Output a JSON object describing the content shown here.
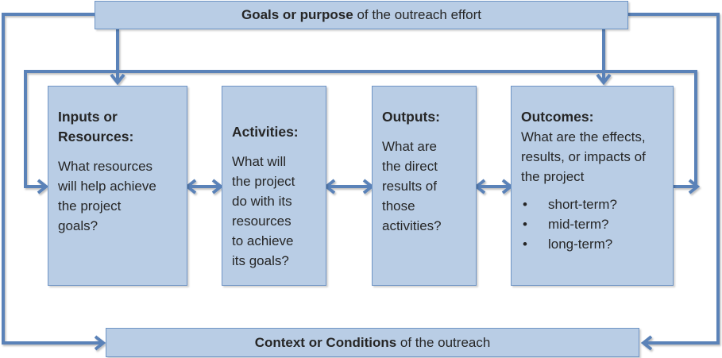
{
  "diagram": {
    "goals_banner": {
      "bold": "Goals or purpose",
      "rest": " of the outreach effort"
    },
    "context_banner": {
      "bold": "Context or Conditions",
      "rest": " of the outreach"
    },
    "stages": [
      {
        "id": "inputs",
        "title_line1": "Inputs or",
        "title_line2": "Resources:",
        "body_lines": [
          "What resources",
          "will help achieve",
          "the project",
          "goals?"
        ]
      },
      {
        "id": "activities",
        "title": "Activities:",
        "body_lines": [
          "What will",
          "the project",
          "do with its",
          "resources",
          "to achieve",
          "its goals?"
        ]
      },
      {
        "id": "outputs",
        "title": "Outputs:",
        "body_lines": [
          "What are",
          "the direct",
          "results of",
          "those",
          "activities?"
        ]
      },
      {
        "id": "outcomes",
        "title": "Outcomes:",
        "body_lines": [
          "What are the effects,",
          "results, or impacts of",
          "the project"
        ],
        "bullets": [
          "short-term?",
          "mid-term?",
          "long-term?"
        ]
      }
    ],
    "colors": {
      "box_fill": "#b9cde5",
      "box_border": "#6d93c4",
      "connector": "#5a82b8",
      "text": "#262626"
    }
  }
}
